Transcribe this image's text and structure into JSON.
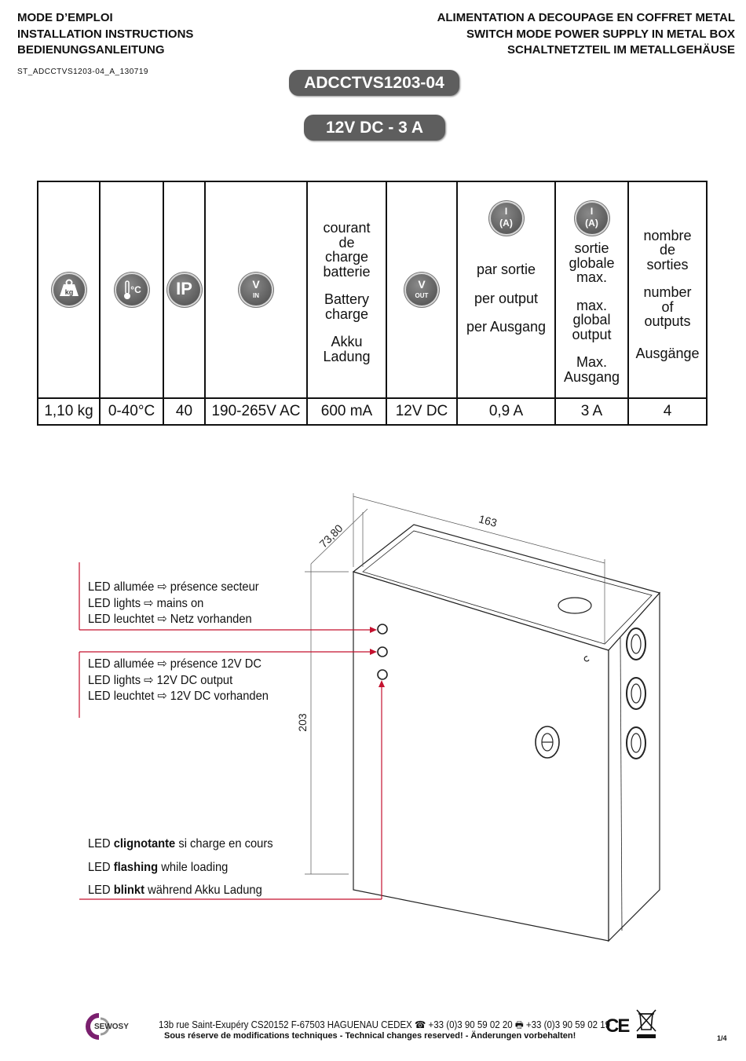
{
  "header": {
    "left": [
      "MODE D’EMPLOI",
      "INSTALLATION INSTRUCTIONS",
      "BEDIENUNGSANLEITUNG"
    ],
    "right": [
      "ALIMENTATION A DECOUPAGE EN COFFRET METAL",
      "SWITCH MODE POWER SUPPLY IN METAL BOX",
      "SCHALTNETZTEIL IM METALLGEHÄUSE"
    ],
    "doc_ref": "ST_ADCCTVS1203-04_A_130719",
    "model": "ADCCTVS1203-04",
    "voltage": "12V DC - 3 A"
  },
  "icons": {
    "weight": {
      "name": "weight-icon",
      "label": "kg"
    },
    "temperature": {
      "name": "temperature-icon",
      "label": "°C"
    },
    "ip": {
      "name": "ip-icon",
      "label": "IP"
    },
    "vin": {
      "name": "voltage-in-icon",
      "top": "V",
      "bottom": "IN"
    },
    "vout": {
      "name": "voltage-out-icon",
      "top": "V",
      "bottom": "OUT"
    },
    "current": {
      "name": "current-icon",
      "top": "I",
      "bottom": "(A)"
    }
  },
  "table": {
    "battery_header": [
      "courant",
      "de",
      "charge",
      "batterie",
      "Battery",
      "charge",
      "Akku",
      "Ladung"
    ],
    "per_output_header": [
      "par sortie",
      "per output",
      "per Ausgang"
    ],
    "global_header": [
      "sortie",
      "globale",
      "max.",
      "max.",
      "global",
      "output",
      "Max.",
      "Ausgang"
    ],
    "outputs_header": [
      "nombre",
      "de",
      "sorties",
      "number",
      "of",
      "outputs",
      "Ausgänge"
    ],
    "values": [
      "1,10 kg",
      "0-40°C",
      "40",
      "190-265V AC",
      "600 mA",
      "12V DC",
      "0,9 A",
      "3 A",
      "4"
    ]
  },
  "drawing": {
    "dim_depth": "73,80",
    "dim_width": "163",
    "dim_height": "203"
  },
  "leds": {
    "mains": [
      "LED allumée ⇨ présence secteur",
      "LED lights ⇨ mains on",
      "LED leuchtet ⇨ Netz vorhanden"
    ],
    "output": [
      "LED allumée ⇨ présence 12V DC",
      "LED lights ⇨ 12V DC output",
      "LED leuchtet ⇨ 12V DC vorhanden"
    ],
    "charge": [
      {
        "pre": "LED ",
        "bold": "clignotante",
        "post": " si charge en cours"
      },
      {
        "pre": "LED ",
        "bold": "flashing",
        "post": " while loading"
      },
      {
        "pre": "LED ",
        "bold": "blinkt",
        "post": " während Akku Ladung"
      }
    ]
  },
  "footer": {
    "brand": "SEWOSY",
    "address": "13b rue Saint-Exupéry  CS20152  F-67503 HAGUENAU CEDEX",
    "phone": "+33 (0)3 90 59 02 20",
    "fax": "+33 (0)3 90 59 02 19",
    "note": "Sous réserve de modifications techniques - Technical changes reserved! - Änderungen vorbehalten!",
    "ce": "CE",
    "page": "1/4"
  }
}
